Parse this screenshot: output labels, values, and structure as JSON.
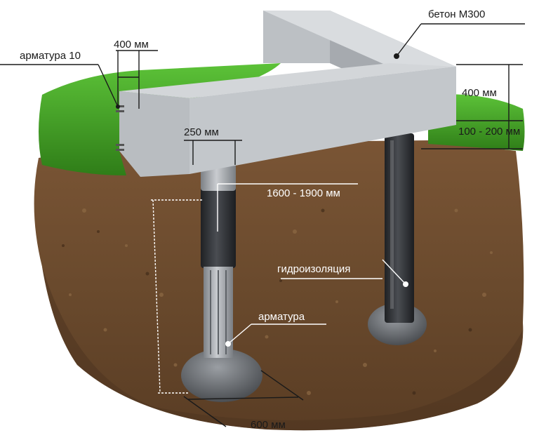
{
  "labels": {
    "concrete": "бетон М300",
    "rebar_10": "арматура 10",
    "beam_width": "400 мм",
    "beam_height": "400 мм",
    "gap": "100 - 200 мм",
    "pile_diameter": "250 мм",
    "pile_depth": "1600 - 1900 мм",
    "waterproofing": "гидроизоляция",
    "rebar": "арматура",
    "base_diameter": "600 мм"
  },
  "colors": {
    "concrete_top": "#cfd3d6",
    "concrete_front": "#b9bdc1",
    "concrete_side": "#a7abb0",
    "soil": "#6b4a2e",
    "soil_dark": "#4e3420",
    "grass": "#3f9a22",
    "pile_black": "#2b2d30",
    "pile_grey": "#8c9096",
    "footing": "#5c6066"
  }
}
